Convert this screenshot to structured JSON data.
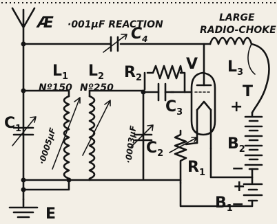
{
  "labels": {
    "aerial": "Æ",
    "earth": "E",
    "reaction_value": "·001μF REACTION",
    "choke_line1": "LARGE",
    "choke_line2": "RADIO-CHOKE",
    "c4": "C",
    "c4_sub": "4",
    "l1": "L",
    "l1_sub": "1",
    "l2": "L",
    "l2_sub": "2",
    "l1_turns": "Nº150",
    "l2_turns": "Nº250",
    "r2": "R",
    "r2_sub": "2",
    "v": "V",
    "l3": "L",
    "l3_sub": "3",
    "t": "T",
    "c1": "C",
    "c1_sub": "1",
    "c1_value": "·0005μF",
    "c2": "C",
    "c2_sub": "2",
    "c2_value": "·0003μF",
    "c3": "C",
    "c3_sub": "3",
    "r1": "R",
    "r1_sub": "1",
    "b2": "B",
    "b2_sub": "2",
    "b1": "B",
    "b1_sub": "1",
    "plus": "+",
    "minus": "−"
  }
}
